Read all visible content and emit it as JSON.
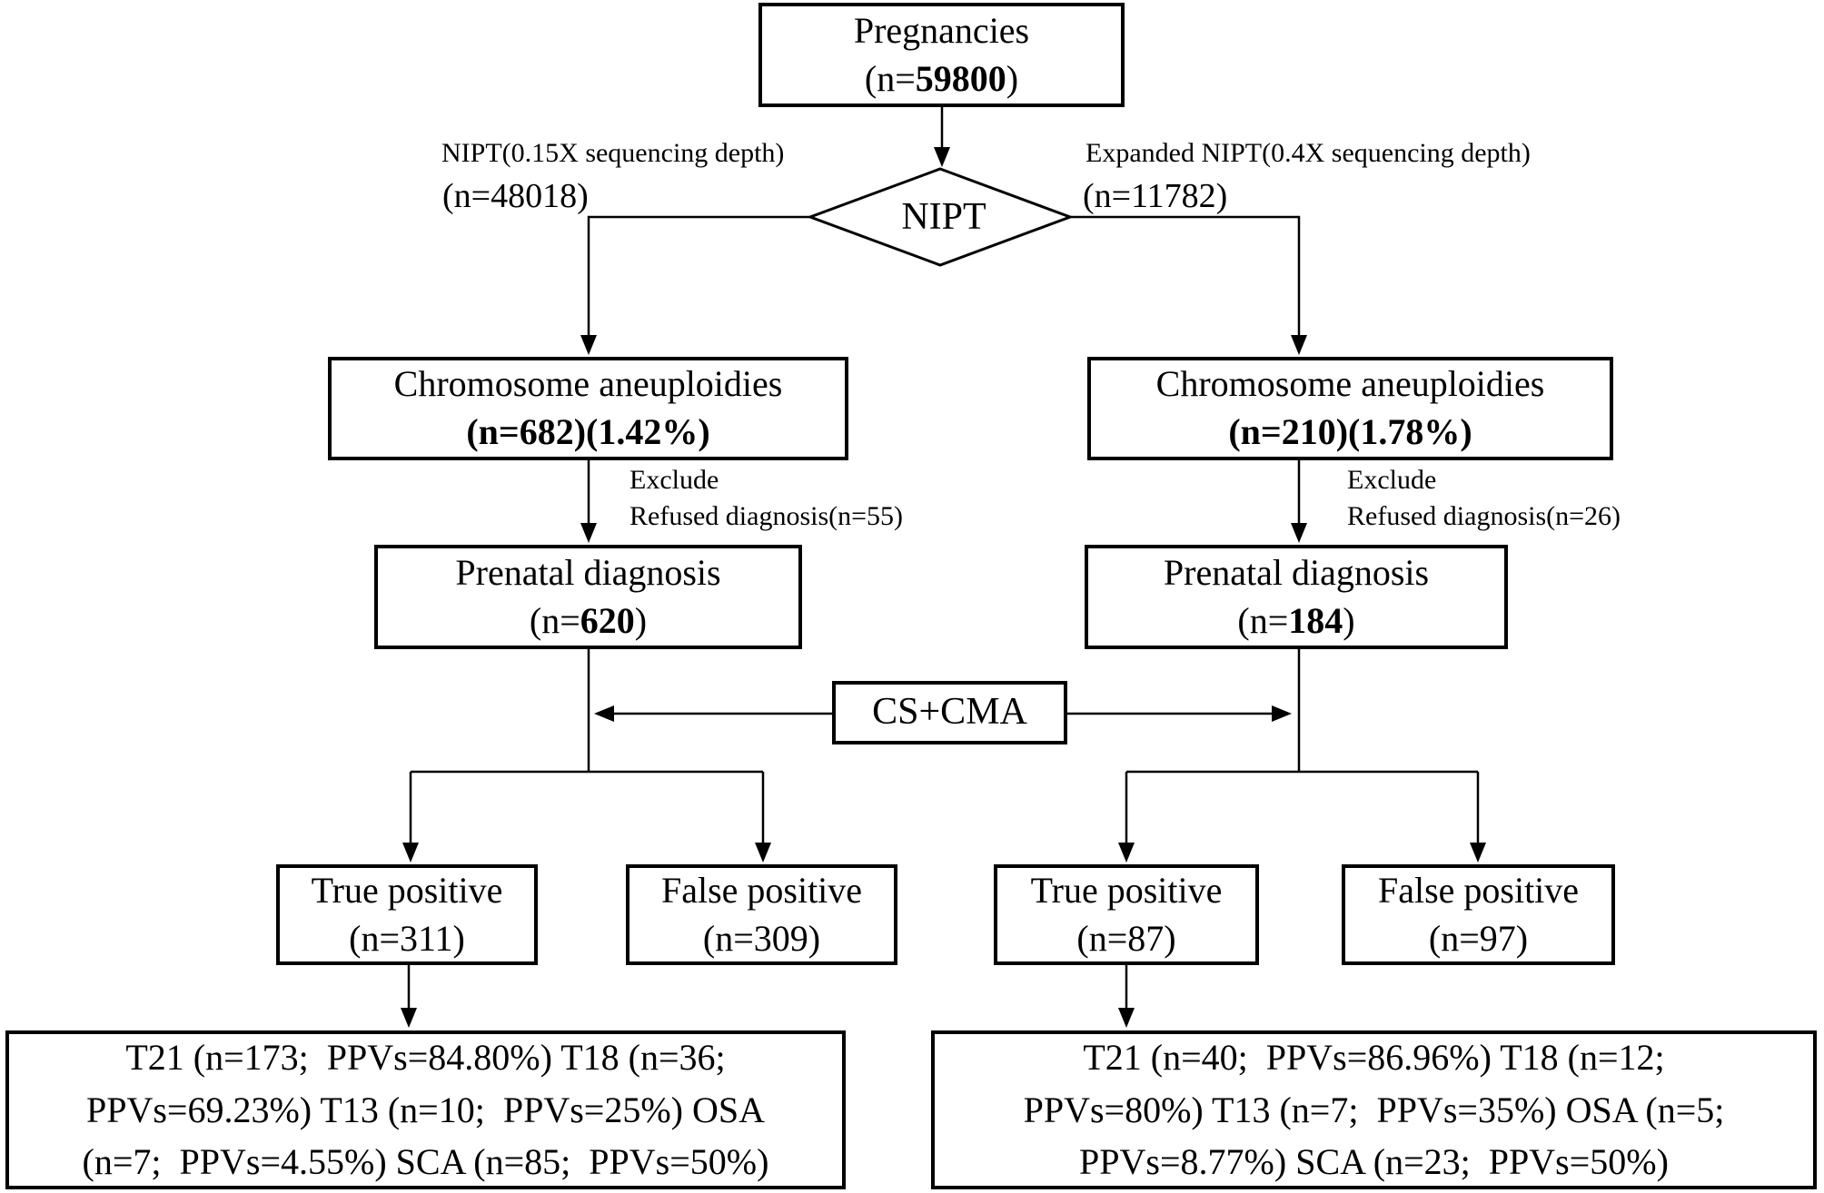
{
  "figure": {
    "type": "flowchart",
    "background": "#ffffff",
    "line_color": "#000000",
    "text_color": "#000000"
  },
  "nodes": {
    "pregnancies": {
      "title": "Pregnancies",
      "count_prefix": "(n=",
      "count_value": "59800",
      "count_suffix": ")"
    },
    "nipt_decision": {
      "label": "NIPT"
    },
    "chrom_left": {
      "title": "Chromosome aneuploidies",
      "count": "(n=682)(1.42%)"
    },
    "chrom_right": {
      "title": "Chromosome aneuploidies",
      "count": "(n=210)(1.78%)"
    },
    "prenatal_left": {
      "title": "Prenatal diagnosis",
      "count_prefix": "(n=",
      "count_value": "620",
      "count_suffix": ")"
    },
    "prenatal_right": {
      "title": "Prenatal diagnosis",
      "count_prefix": "(n=",
      "count_value": "184",
      "count_suffix": ")"
    },
    "cs_cma": {
      "label": "CS+CMA"
    },
    "true_positive_left": {
      "title": "True positive",
      "count": "(n=311)"
    },
    "false_positive_left": {
      "title": "False positive",
      "count": "(n=309)"
    },
    "true_positive_right": {
      "title": "True positive",
      "count": "(n=87)"
    },
    "false_positive_right": {
      "title": "False positive",
      "count": "(n=97)"
    },
    "results_left": {
      "lines": [
        "T21 (n=173;  PPVs=84.80%) T18 (n=36;",
        "PPVs=69.23%) T13 (n=10;  PPVs=25%) OSA",
        "(n=7;  PPVs=4.55%) SCA (n=85;  PPVs=50%)"
      ]
    },
    "results_right": {
      "lines": [
        "T21 (n=40;  PPVs=86.96%) T18 (n=12;",
        "PPVs=80%) T13 (n=7;  PPVs=35%) OSA (n=5;",
        "PPVs=8.77%) SCA (n=23;  PPVs=50%)"
      ]
    }
  },
  "labels": {
    "branch_left_line1": "NIPT(0.15X sequencing depth)",
    "branch_left_line2": "(n=48018)",
    "branch_right_line1": "Expanded NIPT(0.4X sequencing depth)",
    "branch_right_line2": "(n=11782)",
    "exclude_left_line1": "Exclude",
    "exclude_left_line2": "Refused diagnosis(n=55)",
    "exclude_right_line1": "Exclude",
    "exclude_right_line2": "Refused diagnosis(n=26)"
  }
}
